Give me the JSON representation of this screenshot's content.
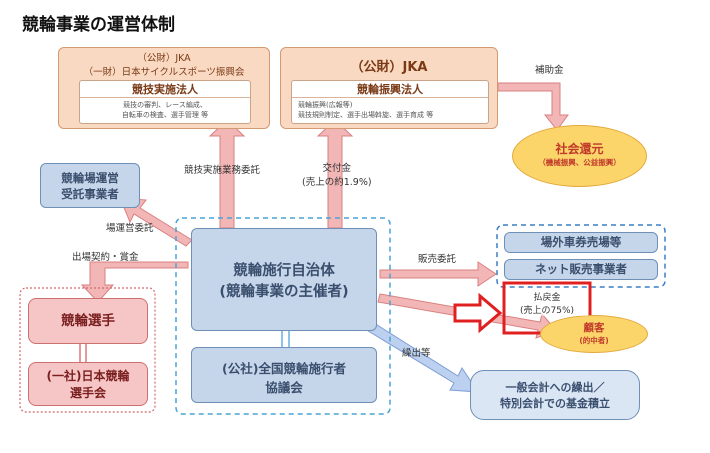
{
  "title": "競輪事業の運営体制",
  "jka1": {
    "line1": "（公財）JKA",
    "line2": "（一財）日本サイクルスポーツ振興会",
    "sub_title": "競技実施法人",
    "sub_desc1": "競技の審判、レース編成、",
    "sub_desc2": "自転車の検査、選手管理 等"
  },
  "jka2": {
    "title": "（公財）JKA",
    "sub_title": "競輪振興法人",
    "sub_desc1": "競輪振興(広報等)",
    "sub_desc2": "競技規則制定、選手出場斡旋、選手育成 等"
  },
  "social": {
    "title": "社会還元",
    "sub": "（機械振興、公益振興）"
  },
  "subsidy_label": "補助金",
  "venue_operator": {
    "line1": "競輪場運営",
    "line2": "受託事業者"
  },
  "outsource_race_label": "競技実施業務委託",
  "grant_label": {
    "line1": "交付金",
    "line2": "(売上の約1.9%)"
  },
  "venue_outsource_label": "場運営委託",
  "contract_label": "出場契約・賞金",
  "sales_outsource_label": "販売委託",
  "main_body": {
    "line1": "競輪施行自治体",
    "line2": "(競輪事業の主催者)"
  },
  "offsite": "場外車券売場等",
  "net_sales": "ネット販売事業者",
  "payout": {
    "line1": "払戻金",
    "line2": "(売上の75%)"
  },
  "customer": {
    "title": "顧客",
    "sub": "(的中者)"
  },
  "rider": "競輪選手",
  "rider_assoc": {
    "line1": "(一社)日本競輪",
    "line2": "選手会"
  },
  "council": {
    "line1": "(公社)全国競輪施行者",
    "line2": "協議会"
  },
  "transfer_label": "繰出等",
  "general": {
    "line1": "一般会計への繰出／",
    "line2": "特別会計での基金積立"
  },
  "colors": {
    "accent_red": "#e02020",
    "title_red": "#c0392b",
    "blue_box": "#c6d6ea",
    "peach_box": "#f9d9c2"
  }
}
